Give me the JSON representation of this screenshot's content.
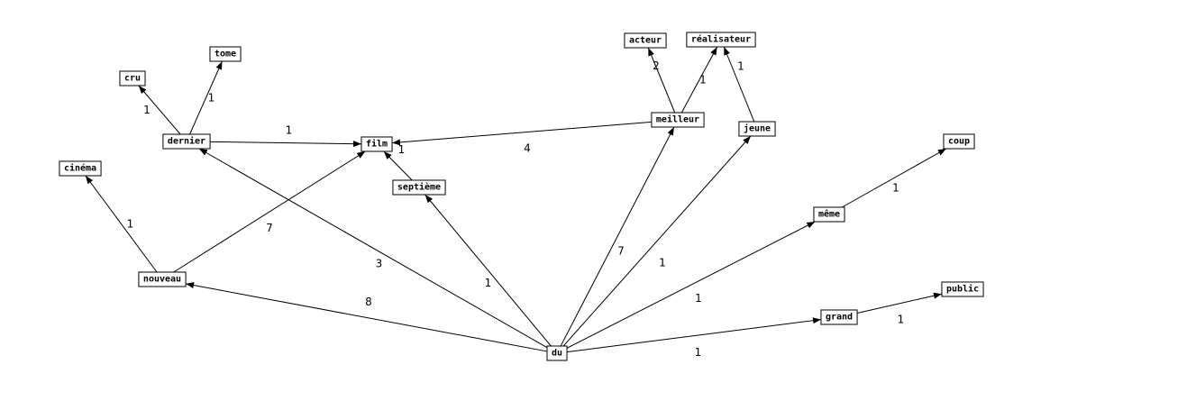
{
  "graph": {
    "nodes": [
      {
        "id": "cru",
        "label": "cru"
      },
      {
        "id": "tome",
        "label": "tome"
      },
      {
        "id": "dernier",
        "label": "dernier"
      },
      {
        "id": "film",
        "label": "film"
      },
      {
        "id": "cinema",
        "label": "cinéma"
      },
      {
        "id": "septieme",
        "label": "septième"
      },
      {
        "id": "nouveau",
        "label": "nouveau"
      },
      {
        "id": "du",
        "label": "du"
      },
      {
        "id": "acteur",
        "label": "acteur"
      },
      {
        "id": "realisateur",
        "label": "réalisateur"
      },
      {
        "id": "meilleur",
        "label": "meilleur"
      },
      {
        "id": "jeune",
        "label": "jeune"
      },
      {
        "id": "coup",
        "label": "coup"
      },
      {
        "id": "meme",
        "label": "même"
      },
      {
        "id": "grand",
        "label": "grand"
      },
      {
        "id": "public",
        "label": "public"
      }
    ],
    "edges": [
      {
        "from": "dernier",
        "to": "cru",
        "weight": "1"
      },
      {
        "from": "dernier",
        "to": "tome",
        "weight": "1"
      },
      {
        "from": "dernier",
        "to": "film",
        "weight": "1"
      },
      {
        "from": "meilleur",
        "to": "film",
        "weight": "4"
      },
      {
        "from": "septieme",
        "to": "film",
        "weight": "1"
      },
      {
        "from": "nouveau",
        "to": "film",
        "weight": "7"
      },
      {
        "from": "nouveau",
        "to": "cinema",
        "weight": "1"
      },
      {
        "from": "du",
        "to": "dernier",
        "weight": "3"
      },
      {
        "from": "du",
        "to": "nouveau",
        "weight": "8"
      },
      {
        "from": "du",
        "to": "septieme",
        "weight": "1"
      },
      {
        "from": "du",
        "to": "meilleur",
        "weight": "7"
      },
      {
        "from": "du",
        "to": "jeune",
        "weight": "1"
      },
      {
        "from": "du",
        "to": "meme",
        "weight": "1"
      },
      {
        "from": "du",
        "to": "grand",
        "weight": "1"
      },
      {
        "from": "meilleur",
        "to": "acteur",
        "weight": "2"
      },
      {
        "from": "meilleur",
        "to": "realisateur",
        "weight": "1"
      },
      {
        "from": "jeune",
        "to": "realisateur",
        "weight": "1"
      },
      {
        "from": "meme",
        "to": "coup",
        "weight": "1"
      },
      {
        "from": "grand",
        "to": "public",
        "weight": "1"
      }
    ]
  }
}
